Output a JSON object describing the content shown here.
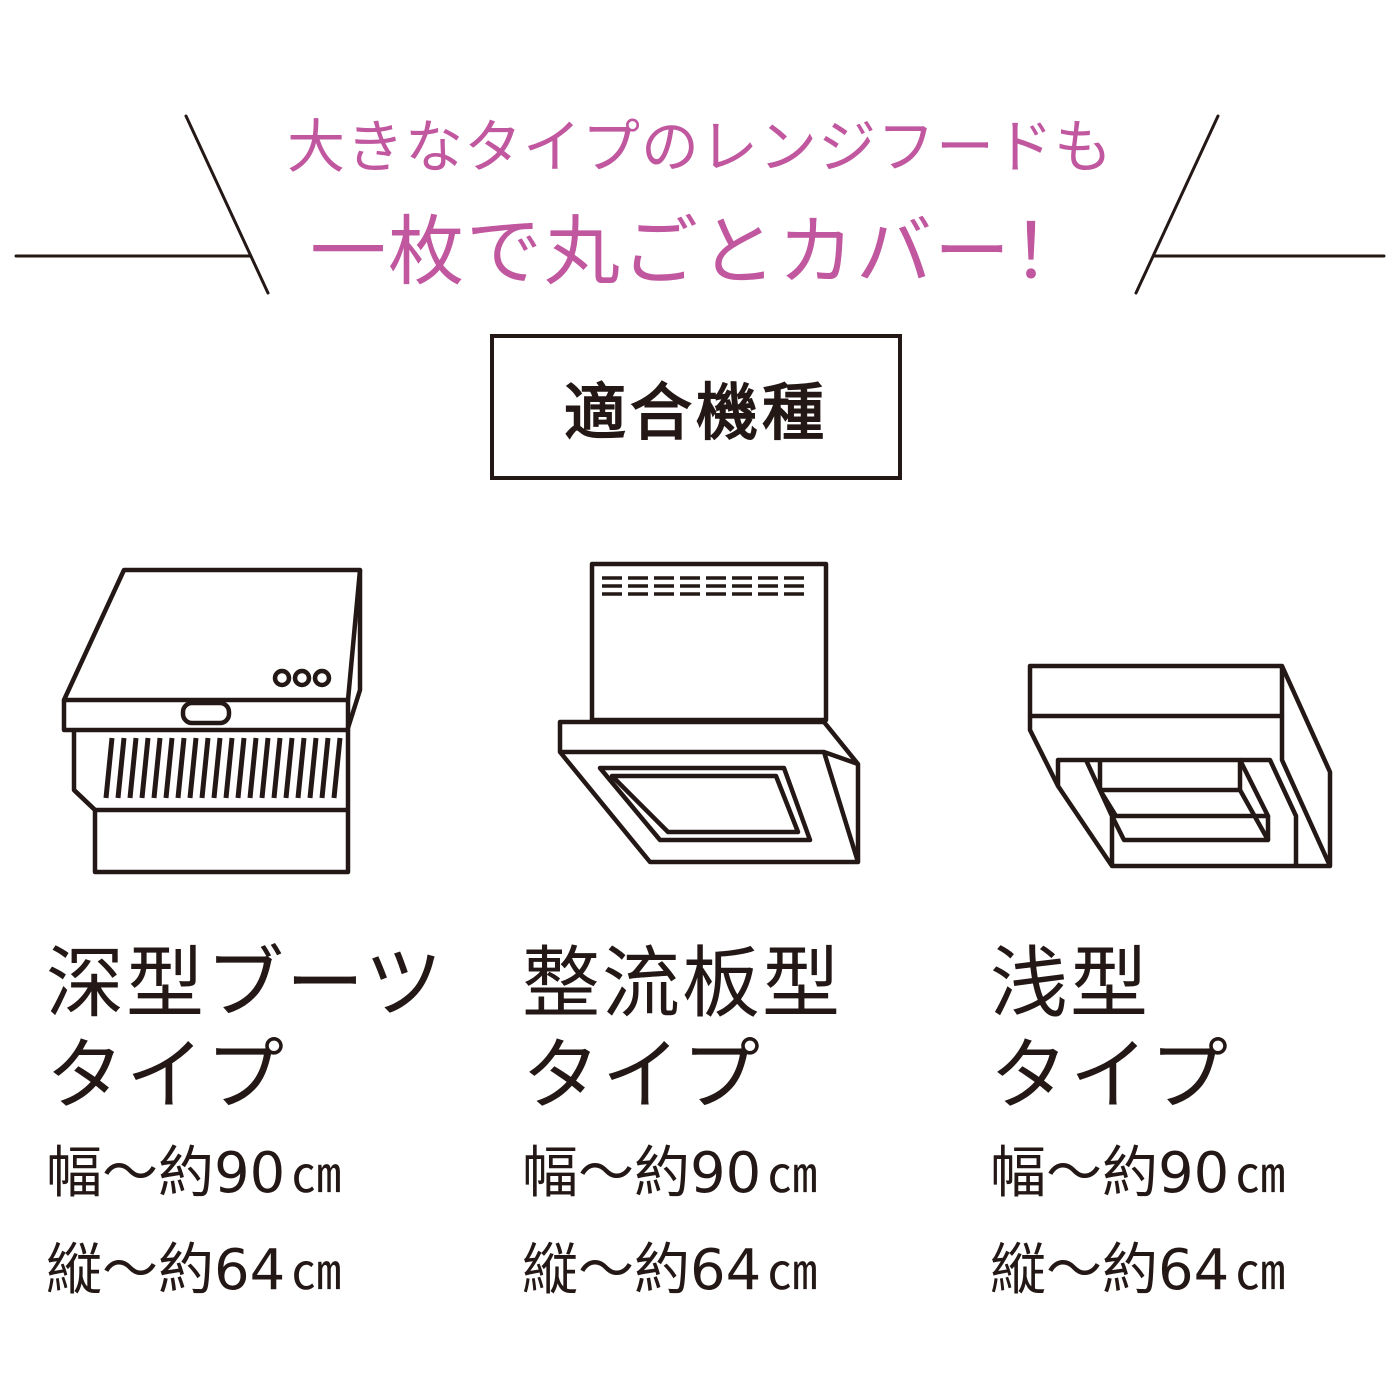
{
  "headline": {
    "line1": "大きなタイプのレンジフードも",
    "line2": "一枚で丸ごとカバー！"
  },
  "section_label": "適合機種",
  "colors": {
    "accent": "#c0579f",
    "ink": "#231815",
    "background": "#ffffff"
  },
  "products": [
    {
      "icon": "deep-boot-range-hood-icon",
      "name_line1": "深型ブーツ",
      "name_line2": "タイプ",
      "width_label": "幅〜約",
      "width_value": "90",
      "height_label": "縦〜約",
      "height_value": "64",
      "unit": "㎝"
    },
    {
      "icon": "baffle-plate-range-hood-icon",
      "name_line1": "整流板型",
      "name_line2": "タイプ",
      "width_label": "幅〜約",
      "width_value": "90",
      "height_label": "縦〜約",
      "height_value": "64",
      "unit": "㎝"
    },
    {
      "icon": "shallow-range-hood-icon",
      "name_line1": "浅型",
      "name_line2": "タイプ",
      "width_label": "幅〜約",
      "width_value": "90",
      "height_label": "縦〜約",
      "height_value": "64",
      "unit": "㎝"
    }
  ]
}
